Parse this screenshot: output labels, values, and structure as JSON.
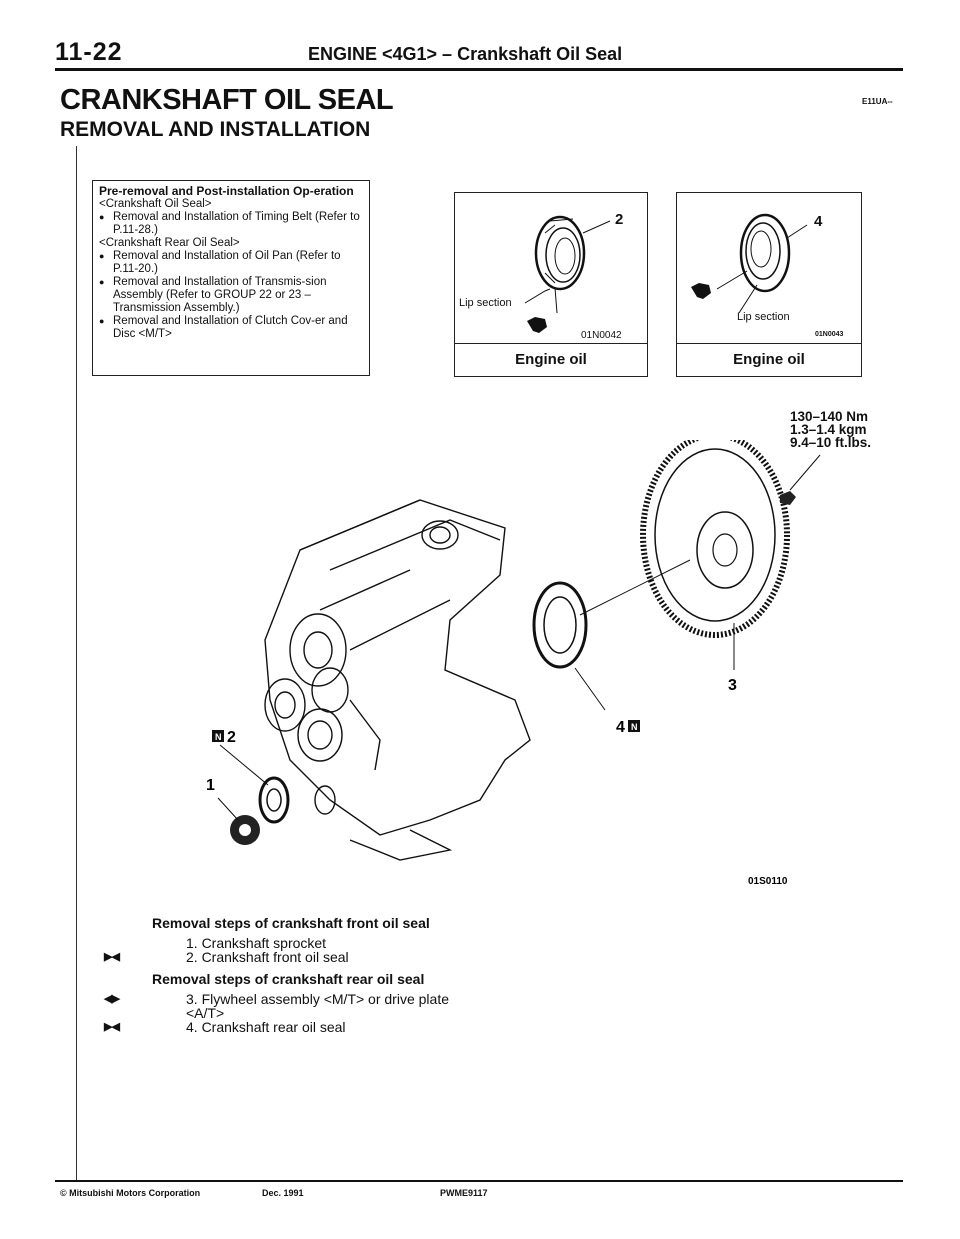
{
  "header": {
    "page_number": "11-22",
    "title": "ENGINE <4G1> – Crankshaft Oil Seal"
  },
  "main_title": "CRANKSHAFT OIL SEAL",
  "code_ref": "E11UA--",
  "sub_title": "REMOVAL AND INSTALLATION",
  "pre_removal": {
    "heading": "Pre-removal and Post-installation Op-eration",
    "items": [
      {
        "type": "text",
        "text": "<Crankshaft Oil Seal>"
      },
      {
        "type": "bullet",
        "text": "Removal and Installation of Timing Belt (Refer to P.11-28.)"
      },
      {
        "type": "text",
        "text": "<Crankshaft Rear Oil Seal>"
      },
      {
        "type": "bullet",
        "text": "Removal and Installation of Oil Pan (Refer to P.11-20.)"
      },
      {
        "type": "bullet",
        "text": "Removal and Installation of Transmis-sion Assembly (Refer to GROUP 22 or 23 – Transmission Assembly.)"
      },
      {
        "type": "bullet",
        "text": "Removal and Installation of Clutch Cov-er and Disc <M/T>"
      }
    ]
  },
  "seal_panels": [
    {
      "callout": "2",
      "lip_label": "Lip section",
      "fig_code": "01N0042",
      "footer": "Engine oil"
    },
    {
      "callout": "4",
      "lip_label": "Lip section",
      "fig_code": "01N0043",
      "footer": "Engine oil"
    }
  ],
  "torque": {
    "line1": "130–140 Nm",
    "line2": "1.3–1.4 kgm",
    "line3": "9.4–10 ft.lbs."
  },
  "diagram": {
    "callouts": [
      "1",
      "2",
      "3",
      "4"
    ],
    "fig_code": "01S0110",
    "new_part_mark": "N"
  },
  "steps": {
    "front_heading": "Removal steps of crankshaft front oil seal",
    "front_steps": [
      {
        "mark": "",
        "text": "1. Crankshaft sprocket"
      },
      {
        "mark": "▶◀",
        "text": "2. Crankshaft front oil seal"
      }
    ],
    "rear_heading": "Removal steps of crankshaft rear oil seal",
    "rear_steps": [
      {
        "mark": "◀▶",
        "text": "3. Flywheel assembly <M/T> or drive plate <A/T>"
      },
      {
        "mark": "▶◀",
        "text": "4. Crankshaft rear oil seal"
      }
    ]
  },
  "footer": {
    "copyright": "© Mitsubishi Motors Corporation",
    "date": "Dec. 1991",
    "code": "PWME9117"
  }
}
